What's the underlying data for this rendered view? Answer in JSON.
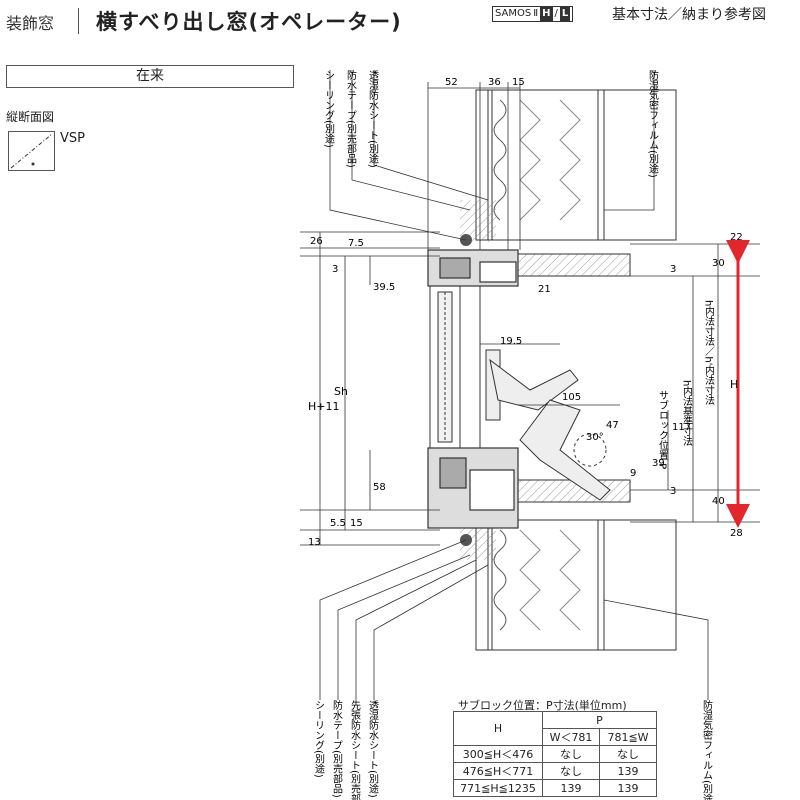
{
  "header": {
    "category": "装飾窓",
    "title": "横すべり出し窓(オペレーター)",
    "badge": {
      "series": "SAMOS",
      "mark1": "Ⅱ",
      "mark2": "H",
      "mark3": "L"
    },
    "right_label": "基本寸法／納まり参考図"
  },
  "install_type": "在来",
  "section_label": "縦断面図",
  "glass_label": "VSP",
  "callouts_top": [
    "シーリング(別途)",
    "防水テープ(別売部品)",
    "透湿防水シート(別途)",
    "防湿気密フィルム(別途)"
  ],
  "callouts_bottom": [
    "シーリング(別途)",
    "防水テープ(別売部品)",
    "先張防水シート(別売部品)",
    "透湿防水シート(別途)",
    "防湿気密フィルム(別途)"
  ],
  "dims": {
    "top": [
      "52",
      "36",
      "15"
    ],
    "left": [
      "26",
      "7.5",
      "3",
      "39.5",
      "H+11",
      "Sh",
      "58",
      "5.5",
      "15",
      "13"
    ],
    "inner": [
      "21",
      "19.5",
      "105",
      "47",
      "30°",
      "117",
      "39",
      "9",
      "3"
    ],
    "right": [
      "22",
      "30",
      "3",
      "40",
      "28",
      "H"
    ],
    "vertical_texts": [
      "h内法寸法／h'内法寸法",
      "h内法基準寸法",
      "サブロック位置 P"
    ]
  },
  "sublock_table": {
    "title": "サブロック位置：P寸法(単位mm)",
    "col_h": "H",
    "col_p": "P",
    "sub_headers": [
      "W＜781",
      "781≦W"
    ],
    "rows": [
      {
        "h": "300≦H＜476",
        "p1": "なし",
        "p2": "なし"
      },
      {
        "h": "476≦H＜771",
        "p1": "なし",
        "p2": "139"
      },
      {
        "h": "771≦H≦1235",
        "p1": "139",
        "p2": "139"
      }
    ]
  },
  "colors": {
    "accent_arrow": "#e3262b",
    "line": "#333333"
  }
}
